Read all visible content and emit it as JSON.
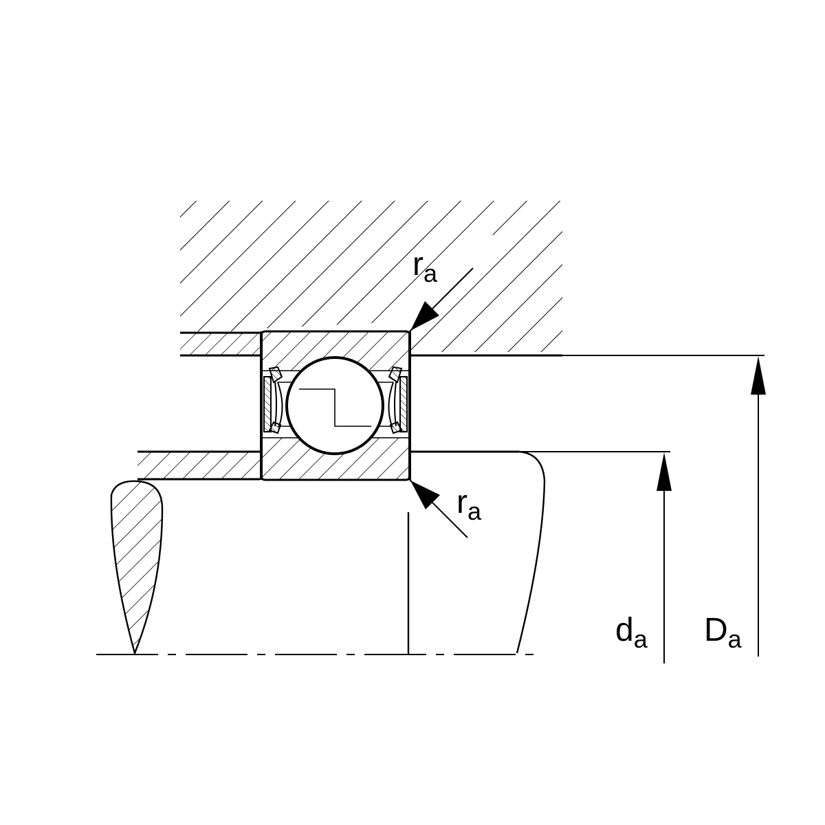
{
  "labels": {
    "radius_top": {
      "main": "r",
      "sub": "a"
    },
    "radius_bottom": {
      "main": "r",
      "sub": "a"
    },
    "shaft_diameter": {
      "main": "d",
      "sub": "a"
    },
    "housing_diameter": {
      "main": "D",
      "sub": "a"
    }
  },
  "colors": {
    "line": "#000000",
    "background": "#ffffff"
  }
}
